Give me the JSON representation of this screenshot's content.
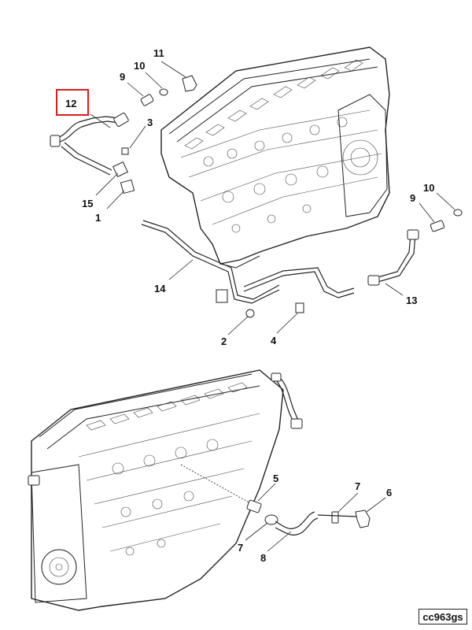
{
  "diagram": {
    "highlight_color": "#d91c1c",
    "callouts": {
      "top_12": "12",
      "top_11": "11",
      "top_10": "10",
      "top_9": "9",
      "top_3": "3",
      "top_15": "15",
      "top_1": "1",
      "top_14": "14",
      "top_2": "2",
      "top_4": "4",
      "top_9_right": "9",
      "top_10_right": "10",
      "top_13": "13",
      "bottom_5": "5",
      "bottom_7_top": "7",
      "bottom_6": "6",
      "bottom_7_left": "7",
      "bottom_8": "8"
    },
    "reference_code": "cc963gs"
  }
}
